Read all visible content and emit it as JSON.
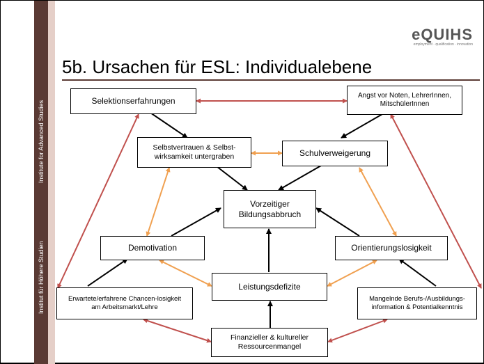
{
  "sidebar": {
    "text_top": "Institute for Advanced Studies",
    "text_bottom": "Institut für Höhere Studien"
  },
  "logo": {
    "mark": "eQUIHS",
    "tagline": "employment · qualification · innovation"
  },
  "slide_title": "5b. Ursachen für ESL: Individualebene",
  "nodes": {
    "selektion": "Selektionserfahrungen",
    "angst": "Angst vor Noten, LehrerInnen, MitschülerInnen",
    "selbstvertrauen": "Selbstvertrauen & Selbst-wirksamkeit untergraben",
    "schulverweigerung": "Schulverweigerung",
    "bildungsabbruch": "Vorzeitiger Bildungsabbruch",
    "demotivation": "Demotivation",
    "orientierung": "Orientierungslosigkeit",
    "leistung": "Leistungsdefizite",
    "chancen": "Erwartete/erfahrene Chancen-losigkeit am Arbeitsmarkt/Lehre",
    "berufsinfo": "Mangelnde Berufs-/Ausbildungs-information & Potentialkenntnis",
    "ressourcen": "Finanzieller & kultureller Ressourcenmangel"
  },
  "colors": {
    "sidebar": "#5a3a34",
    "sidebar_light": "#e5cfc8",
    "arrow_black": "#000000",
    "arrow_orange": "#f0a050",
    "arrow_red": "#c0504d"
  }
}
